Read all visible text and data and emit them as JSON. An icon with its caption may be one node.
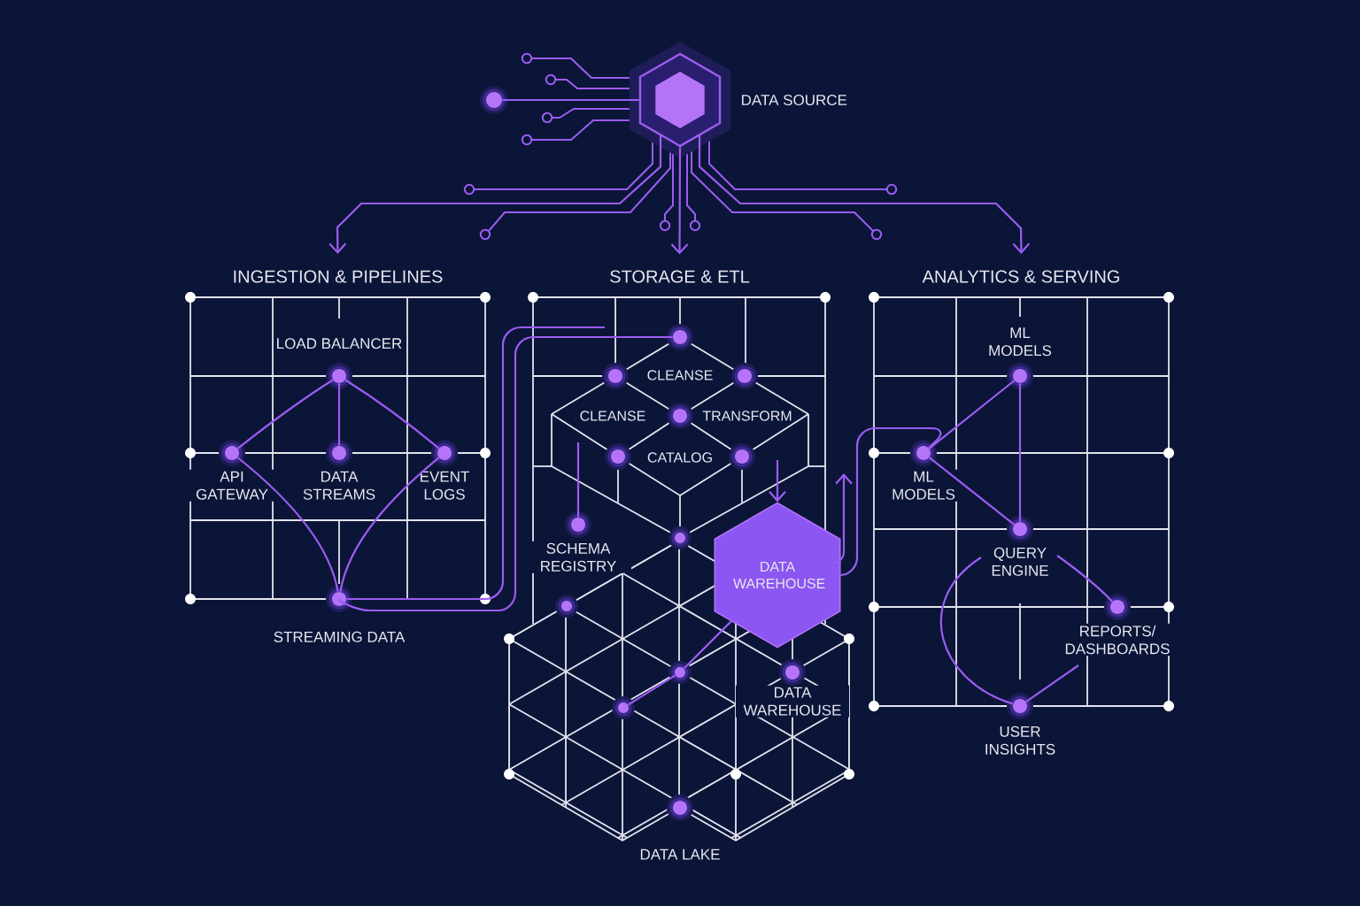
{
  "diagram": {
    "nodes": [
      {
        "text": [],
        "shape": "circle"
      },
      {
        "text": [],
        "shape": "hexagon",
        "beside": [
          "DATA SOURCE"
        ]
      },
      {
        "text": [
          "INGESTION & PIPELINES"
        ]
      },
      {
        "text": [
          "STORAGE & ETL"
        ]
      },
      {
        "text": [
          "ANALYTICS & SERVING"
        ]
      },
      {
        "text": [
          "LOAD BALANCER"
        ],
        "in": 2
      },
      {
        "text": [
          "API GATEWAY"
        ],
        "in": 2
      },
      {
        "text": [
          "DATA STREAMS"
        ],
        "in": 2
      },
      {
        "text": [
          "EVENT LOGS"
        ],
        "in": 2
      },
      {
        "text": [
          "STREAMING DATA"
        ],
        "in": 2
      },
      {
        "text": [],
        "shape": "circle",
        "in": 3
      },
      {
        "text": [],
        "shape": "circle",
        "in": 3
      },
      {
        "text": [],
        "shape": "circle",
        "in": 3
      },
      {
        "text": [],
        "shape": "circle",
        "in": 3
      },
      {
        "text": [],
        "shape": "circle",
        "in": 3
      },
      {
        "text": [],
        "shape": "circle",
        "in": 3
      },
      {
        "text": [
          "SCHEMA REGISTRY"
        ],
        "in": 3
      },
      {
        "text": [],
        "shape": "circle",
        "in": 3
      },
      {
        "text": [
          "DATA WAREHOUSE"
        ],
        "in": 3
      },
      {
        "text": [],
        "shape": "circle",
        "in": 3
      },
      {
        "text": [],
        "shape": "circle",
        "in": 3
      },
      {
        "text": [],
        "shape": "circle",
        "in": 3
      },
      {
        "text": [
          "DATA WAREHOUSE"
        ],
        "in": 3
      },
      {
        "text": [
          "DATA LAKE"
        ],
        "in": 3
      },
      {
        "text": [
          "ML MODELS"
        ],
        "in": 4
      },
      {
        "text": [
          "ML MODELS"
        ],
        "in": 4
      },
      {
        "text": [
          "QUERY ENGINE"
        ],
        "in": 4
      },
      {
        "text": [
          "REPORTS/ DASHBOARDS"
        ],
        "in": 4
      },
      {
        "text": [
          "USER INSIGHTS"
        ],
        "in": 4
      }
    ],
    "edges": [
      {
        "from": 0,
        "to": 1,
        "arrow": "none"
      },
      {
        "from": 1,
        "to": 2,
        "arrow": "to"
      },
      {
        "from": 1,
        "to": 3,
        "arrow": "to"
      },
      {
        "from": 1,
        "to": 4,
        "arrow": "to"
      },
      {
        "from": 5,
        "to": 6,
        "arrow": "none"
      },
      {
        "from": 5,
        "to": 7,
        "arrow": "none"
      },
      {
        "from": 5,
        "to": 8,
        "arrow": "none"
      },
      {
        "from": 6,
        "to": 9,
        "arrow": "none"
      },
      {
        "from": 8,
        "to": 9,
        "arrow": "none"
      },
      {
        "from": 9,
        "to": 10,
        "arrow": "none"
      },
      {
        "from": null,
        "to": 16,
        "arrow": "none"
      },
      {
        "from": null,
        "to": 18,
        "arrow": "to"
      },
      {
        "from": 18,
        "to": 25,
        "arrow": "none"
      },
      {
        "from": 18,
        "to": null,
        "arrow": "to"
      },
      {
        "from": 21,
        "to": 20,
        "arrow": "none"
      },
      {
        "from": 20,
        "to": 18,
        "arrow": "none"
      },
      {
        "from": 24,
        "to": 25,
        "arrow": "none"
      },
      {
        "from": 24,
        "to": 26,
        "arrow": "none"
      },
      {
        "from": 25,
        "to": 26,
        "arrow": "none"
      },
      {
        "from": 26,
        "to": 27,
        "arrow": "none"
      },
      {
        "from": 26,
        "to": 28,
        "arrow": "none"
      },
      {
        "from": 27,
        "to": 28,
        "arrow": "none"
      }
    ],
    "labels": [
      "CLEANSE",
      "CLEANSE",
      "TRANSFORM",
      "CATALOG"
    ]
  }
}
